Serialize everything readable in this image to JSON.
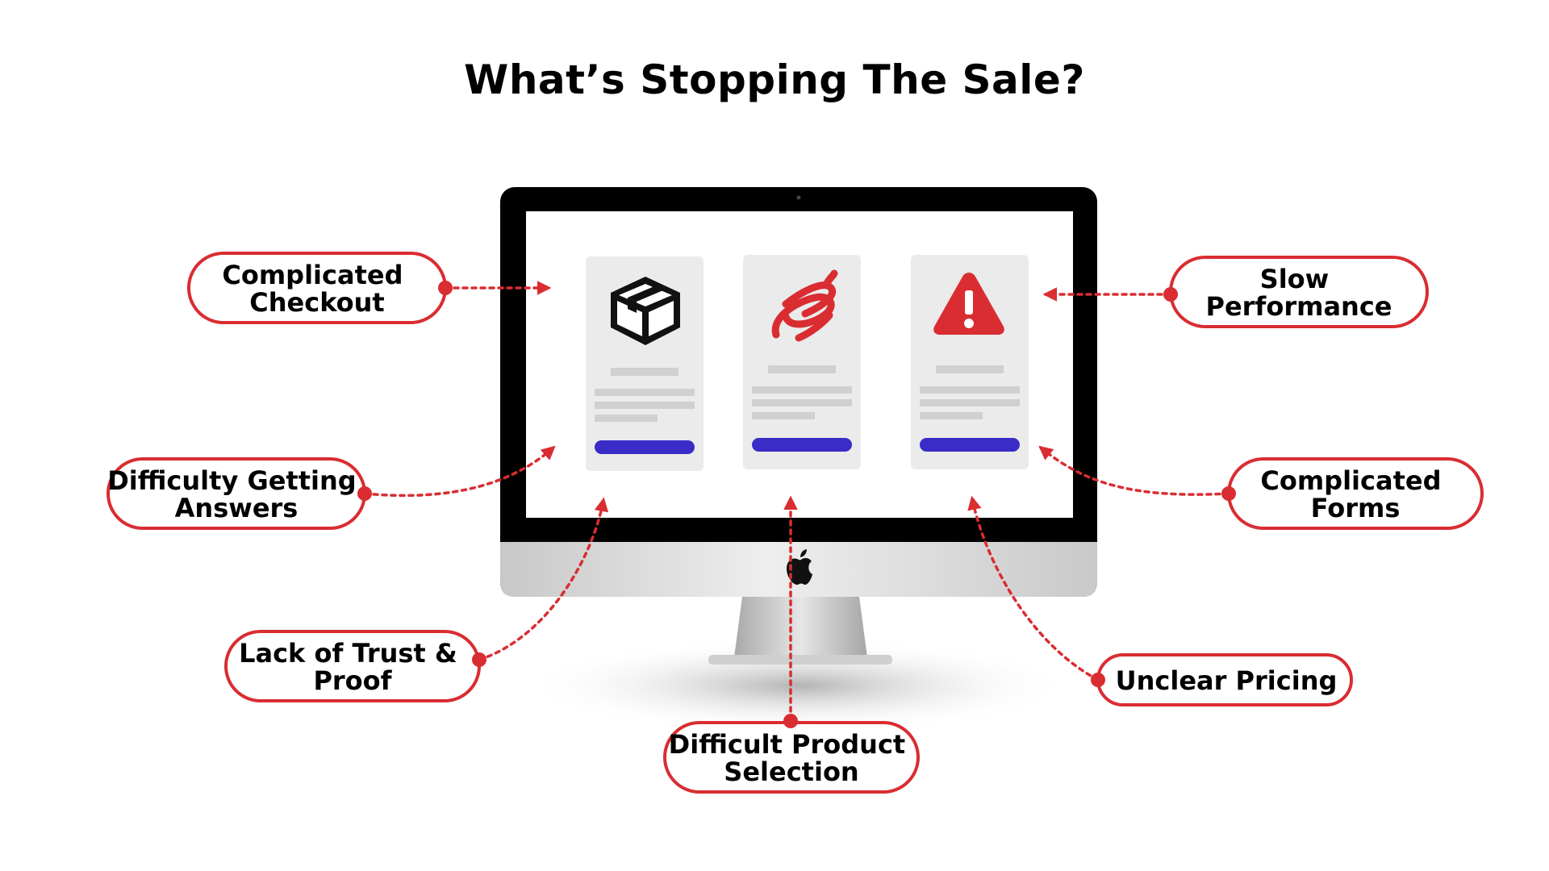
{
  "title": "What’s Stopping The Sale?",
  "colors": {
    "accent": "#d92d32",
    "bezel": "#000000",
    "screen": "#ffffff",
    "card": "#ebebeb",
    "placeholder": "#d0d0d0",
    "button": "#3a2cc7",
    "chin": "#d3d3d3",
    "stand": "#bdbdbd"
  },
  "monitor": {
    "logo_icon": "apple-logo-icon",
    "cards": [
      {
        "icon": "package-box-icon"
      },
      {
        "icon": "knot-rope-icon"
      },
      {
        "icon": "warning-triangle-icon"
      }
    ]
  },
  "callouts": [
    {
      "id": "complicated-checkout",
      "lines": [
        "Complicated",
        "Checkout"
      ]
    },
    {
      "id": "difficulty-getting-answers",
      "lines": [
        "Difficulty Getting",
        "Answers"
      ]
    },
    {
      "id": "lack-of-trust-proof",
      "lines": [
        "Lack of Trust &",
        "Proof"
      ]
    },
    {
      "id": "difficult-product-selection",
      "lines": [
        "Difficult Product",
        "Selection"
      ]
    },
    {
      "id": "slow-performance",
      "lines": [
        "Slow",
        "Performance"
      ]
    },
    {
      "id": "complicated-forms",
      "lines": [
        "Complicated",
        "Forms"
      ]
    },
    {
      "id": "unclear-pricing",
      "lines": [
        "Unclear Pricing"
      ]
    }
  ]
}
